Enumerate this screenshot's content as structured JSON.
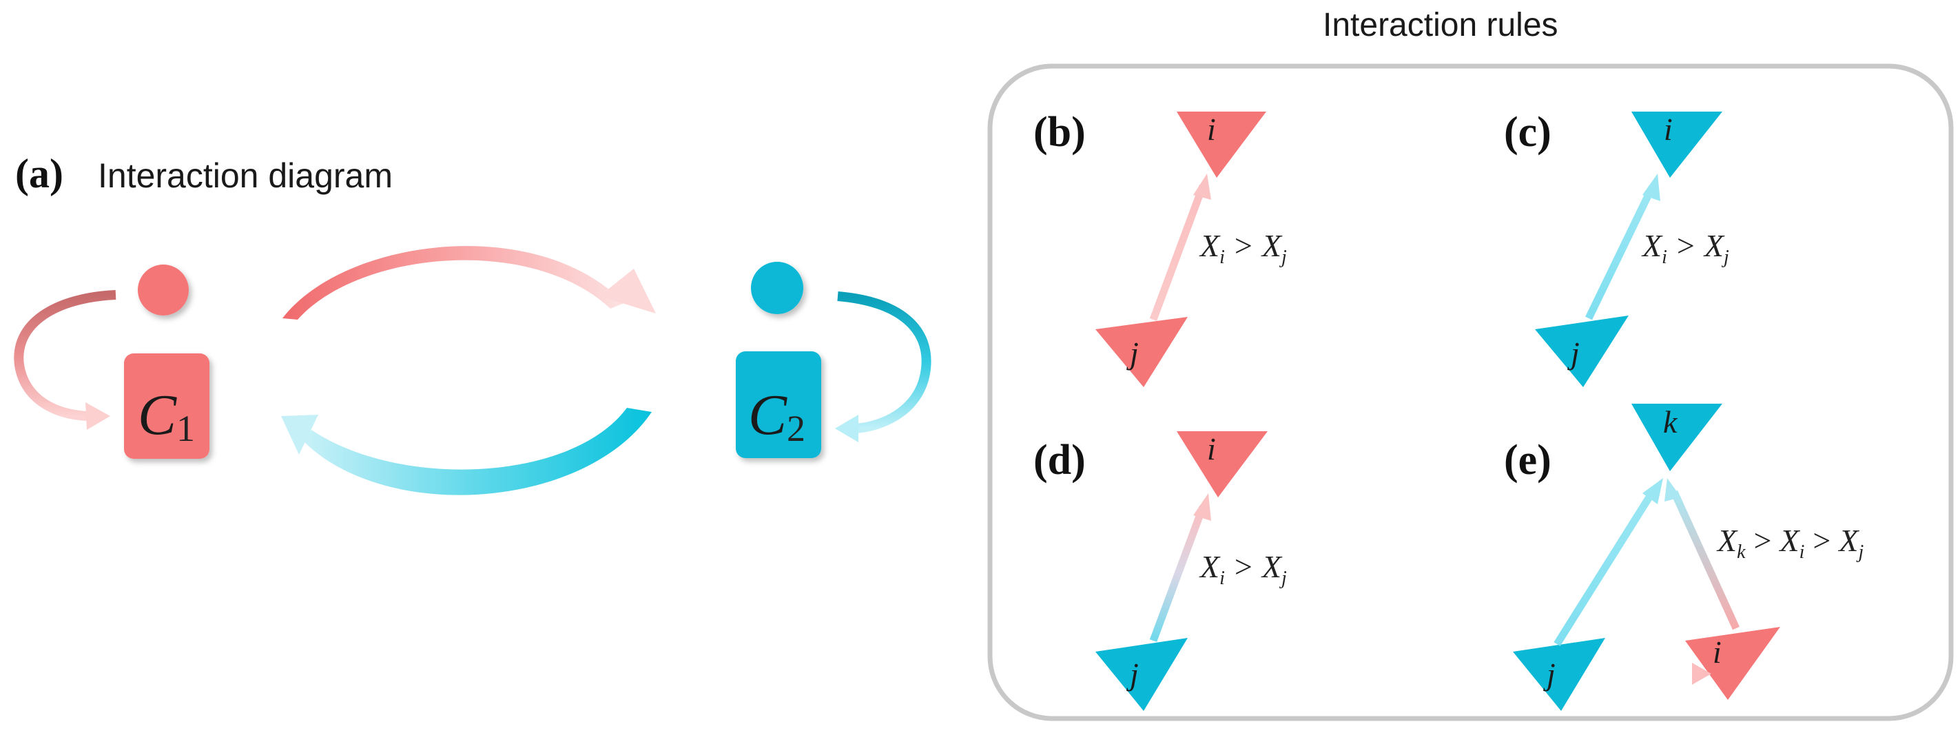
{
  "panel_a": {
    "letter": "(a)",
    "title": "Interaction diagram",
    "community_1": {
      "letter": "C",
      "subscript": "1",
      "color": "#f57677"
    },
    "community_2": {
      "letter": "C",
      "subscript": "2",
      "color": "#0bb8d6"
    }
  },
  "rules": {
    "title": "Interaction rules",
    "panels": [
      {
        "letter": "(b)",
        "nodes": {
          "top": "i",
          "bottom": "j"
        },
        "top_color": "#f57677",
        "bottom_color": "#f57677",
        "condition": {
          "lhs": "X",
          "lhs_sub": "i",
          "op": ">",
          "rhs": "X",
          "rhs_sub": "j"
        }
      },
      {
        "letter": "(c)",
        "nodes": {
          "top": "i",
          "bottom": "j"
        },
        "top_color": "#0bb8d6",
        "bottom_color": "#0bb8d6",
        "condition": {
          "lhs": "X",
          "lhs_sub": "i",
          "op": ">",
          "rhs": "X",
          "rhs_sub": "j"
        }
      },
      {
        "letter": "(d)",
        "nodes": {
          "top": "i",
          "bottom": "j"
        },
        "top_color": "#f57677",
        "bottom_color": "#0bb8d6",
        "condition": {
          "lhs": "X",
          "lhs_sub": "i",
          "op": ">",
          "rhs": "X",
          "rhs_sub": "j"
        }
      },
      {
        "letter": "(e)",
        "nodes": {
          "top": "k",
          "left": "j",
          "right": "i"
        },
        "top_color": "#0bb8d6",
        "left_color": "#0bb8d6",
        "right_color": "#f57677",
        "condition": {
          "a": "X",
          "a_sub": "k",
          "op1": ">",
          "b": "X",
          "b_sub": "i",
          "op2": ">",
          "c": "X",
          "c_sub": "j"
        }
      }
    ]
  },
  "colors": {
    "red": "#f57677",
    "red_light": "#fbc9c9",
    "cyan": "#0bb8d6",
    "cyan_light": "#a8e9f4",
    "frame": "#c8c8c8"
  }
}
